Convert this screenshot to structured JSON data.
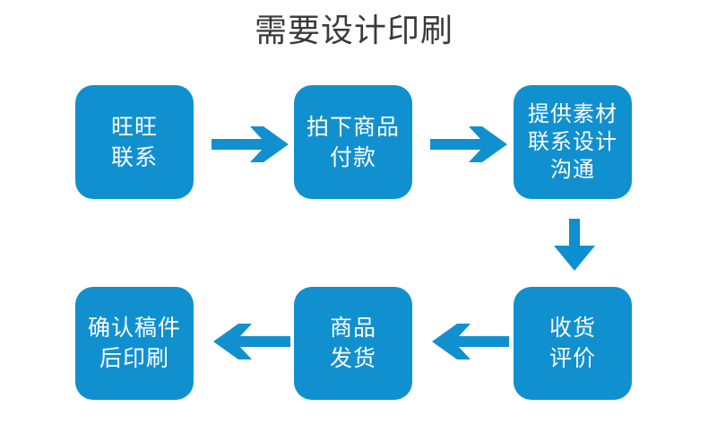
{
  "page": {
    "title": "需要设计印刷",
    "background_color": "#ffffff",
    "accent_color": "#1190d0",
    "title_color": "#3a3a3a",
    "box_text_color": "#ffffff"
  },
  "flow": {
    "type": "process-flowchart",
    "direction": "left-to-right then down then right-to-left",
    "steps": [
      {
        "id": "wangwang",
        "order": 1,
        "lines": [
          "旺旺",
          "联系"
        ],
        "line1": "旺旺",
        "line2": "联系",
        "row": "top",
        "column": 1
      },
      {
        "id": "order",
        "order": 2,
        "lines": [
          "拍下商品",
          "付款"
        ],
        "line1": "拍下商品",
        "line2": "付款",
        "row": "top",
        "column": 2
      },
      {
        "id": "material",
        "order": 3,
        "lines": [
          "提供素材",
          "联系设计",
          "沟通"
        ],
        "line1": "提供素材",
        "line2": "联系设计",
        "line3": "沟通",
        "row": "top",
        "column": 3
      },
      {
        "id": "receive",
        "order": 4,
        "lines": [
          "收货",
          "评价"
        ],
        "line1": "收货",
        "line2": "评价",
        "row": "bottom",
        "column": 3
      },
      {
        "id": "shipping",
        "order": 5,
        "lines": [
          "商品",
          "发货"
        ],
        "line1": "商品",
        "line2": "发货",
        "row": "bottom",
        "column": 2
      },
      {
        "id": "confirm",
        "order": 6,
        "lines": [
          "确认稿件",
          "后印刷"
        ],
        "line1": "确认稿件",
        "line2": "后印刷",
        "row": "bottom",
        "column": 1
      }
    ],
    "connectors": [
      {
        "id": "arrow-1",
        "icon": "arrow-right-icon",
        "direction": "right",
        "from": "wangwang",
        "to": "order"
      },
      {
        "id": "arrow-2",
        "icon": "arrow-right-icon",
        "direction": "right",
        "from": "order",
        "to": "material"
      },
      {
        "id": "arrow-down",
        "icon": "arrow-down-icon",
        "direction": "down",
        "from": "material",
        "to": "receive"
      },
      {
        "id": "arrow-3",
        "icon": "arrow-left-icon",
        "direction": "left",
        "from": "receive",
        "to": "shipping"
      },
      {
        "id": "arrow-4",
        "icon": "arrow-left-icon",
        "direction": "left",
        "from": "shipping",
        "to": "confirm"
      }
    ]
  }
}
